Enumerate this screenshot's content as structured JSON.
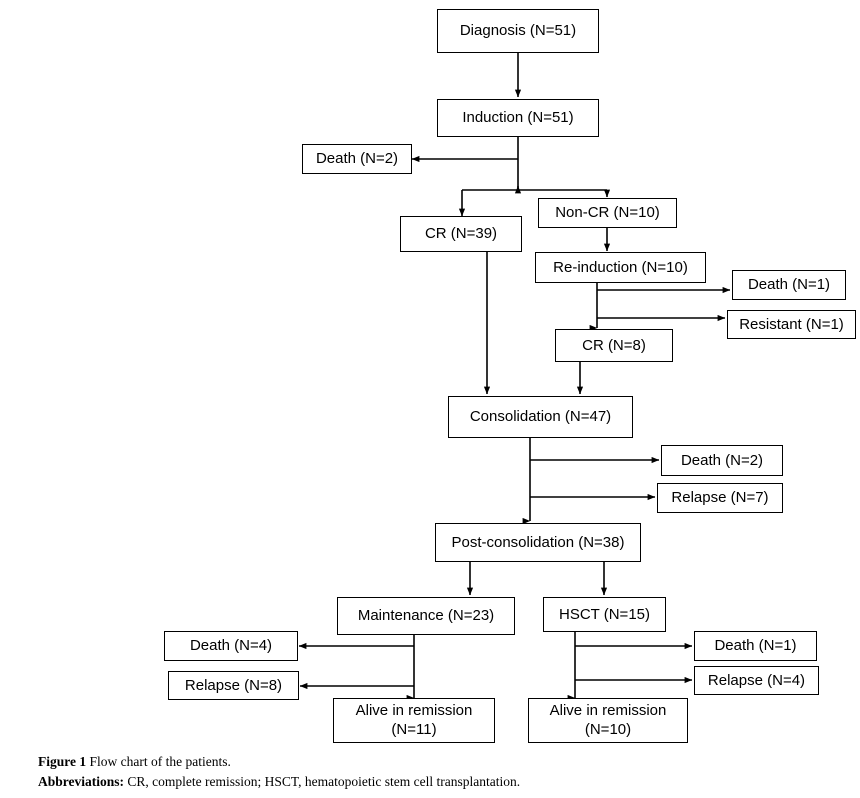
{
  "figure": {
    "caption_label": "Figure 1",
    "caption_text": "Flow chart of the patients.",
    "abbrev_label": "Abbreviations:",
    "abbrev_text": "CR, complete remission; HSCT, hematopoietic stem cell transplantation."
  },
  "chart_data": {
    "type": "diagram",
    "title": "Flow chart of the patients",
    "diagram_kind": "patient-flow-consort",
    "nodes": [
      {
        "id": "diagnosis",
        "label": "Diagnosis (N=51)",
        "n": 51
      },
      {
        "id": "induction",
        "label": "Induction (N=51)",
        "n": 51
      },
      {
        "id": "death_induction",
        "label": "Death (N=2)",
        "n": 2
      },
      {
        "id": "cr39",
        "label": "CR (N=39)",
        "n": 39
      },
      {
        "id": "noncr",
        "label": "Non-CR (N=10)",
        "n": 10
      },
      {
        "id": "reinduction",
        "label": "Re-induction (N=10)",
        "n": 10
      },
      {
        "id": "death_reind",
        "label": "Death (N=1)",
        "n": 1
      },
      {
        "id": "resistant",
        "label": "Resistant (N=1)",
        "n": 1
      },
      {
        "id": "cr8",
        "label": "CR (N=8)",
        "n": 8
      },
      {
        "id": "consolidation",
        "label": "Consolidation (N=47)",
        "n": 47
      },
      {
        "id": "death_consol",
        "label": "Death (N=2)",
        "n": 2
      },
      {
        "id": "relapse_consol",
        "label": "Relapse (N=7)",
        "n": 7
      },
      {
        "id": "postconsol",
        "label": "Post-consolidation (N=38)",
        "n": 38
      },
      {
        "id": "maintenance",
        "label": "Maintenance (N=23)",
        "n": 23
      },
      {
        "id": "hsct",
        "label": "HSCT (N=15)",
        "n": 15
      },
      {
        "id": "death_maint",
        "label": "Death (N=4)",
        "n": 4
      },
      {
        "id": "relapse_maint",
        "label": "Relapse (N=8)",
        "n": 8
      },
      {
        "id": "alive_maint",
        "label": "Alive in remission (N=11)",
        "n": 11,
        "line1": "Alive in remission",
        "line2": "(N=11)"
      },
      {
        "id": "death_hsct",
        "label": "Death (N=1)",
        "n": 1
      },
      {
        "id": "relapse_hsct",
        "label": "Relapse (N=4)",
        "n": 4
      },
      {
        "id": "alive_hsct",
        "label": "Alive in remission (N=10)",
        "n": 10,
        "line1": "Alive in remission",
        "line2": "(N=10)"
      }
    ],
    "edges": [
      {
        "from": "diagnosis",
        "to": "induction"
      },
      {
        "from": "induction",
        "to": "death_induction"
      },
      {
        "from": "induction",
        "to": "cr39"
      },
      {
        "from": "induction",
        "to": "noncr"
      },
      {
        "from": "noncr",
        "to": "reinduction"
      },
      {
        "from": "reinduction",
        "to": "death_reind"
      },
      {
        "from": "reinduction",
        "to": "resistant"
      },
      {
        "from": "reinduction",
        "to": "cr8"
      },
      {
        "from": "cr39",
        "to": "consolidation"
      },
      {
        "from": "cr8",
        "to": "consolidation"
      },
      {
        "from": "consolidation",
        "to": "death_consol"
      },
      {
        "from": "consolidation",
        "to": "relapse_consol"
      },
      {
        "from": "consolidation",
        "to": "postconsol"
      },
      {
        "from": "postconsol",
        "to": "maintenance"
      },
      {
        "from": "postconsol",
        "to": "hsct"
      },
      {
        "from": "maintenance",
        "to": "death_maint"
      },
      {
        "from": "maintenance",
        "to": "relapse_maint"
      },
      {
        "from": "maintenance",
        "to": "alive_maint"
      },
      {
        "from": "hsct",
        "to": "death_hsct"
      },
      {
        "from": "hsct",
        "to": "relapse_hsct"
      },
      {
        "from": "hsct",
        "to": "alive_hsct"
      }
    ],
    "colors": {
      "stroke": "#000000",
      "fill": "#ffffff",
      "text": "#000000"
    }
  }
}
